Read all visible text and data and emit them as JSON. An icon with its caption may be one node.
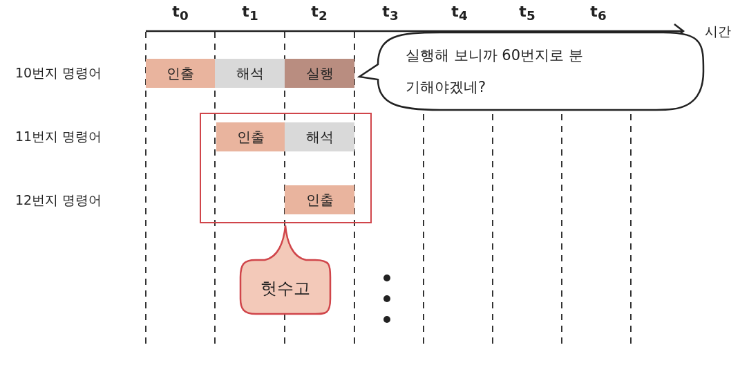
{
  "diagram": {
    "nodes": [
      {
        "text": [
          "인출"
        ]
      },
      {
        "text": [
          "해석"
        ]
      },
      {
        "text": [
          "실행"
        ]
      },
      {
        "text": [
          "실행해 보니까 60번지로 분기해야겠네?"
        ]
      },
      {
        "text": [],
        "shape": "box"
      },
      {
        "text": [
          "인출"
        ],
        "in": 4
      },
      {
        "text": [
          "해석"
        ],
        "in": 4
      },
      {
        "text": [
          "인출"
        ],
        "in": 4
      },
      {
        "text": [
          "헛수고"
        ]
      }
    ],
    "labels": [
      "t$_{0}$",
      "t$_{1}$",
      "t$_{2}$",
      "t$_{3}$",
      "t$_{4}$",
      "t$_{5}$",
      "t$_{6}$",
      "시간",
      "10번지 명령어",
      "11번지 명령어",
      "12번지 명령어"
    ]
  }
}
